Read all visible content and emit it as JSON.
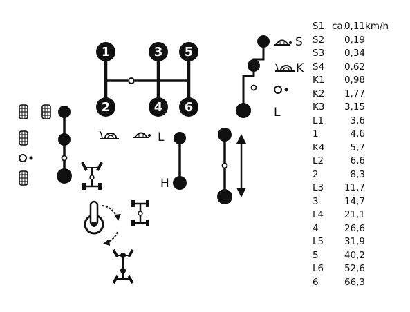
{
  "gear_pattern": {
    "top_gears": [
      "1",
      "3",
      "5"
    ],
    "bottom_gears": [
      "2",
      "4",
      "6"
    ]
  },
  "range_lever": {
    "labels": {
      "high": "S",
      "mid": "K",
      "low": "L"
    }
  },
  "hl_selector": {
    "low_label": "L",
    "high_label": "H"
  },
  "speed_table": {
    "prefix": "ca.",
    "unit": "km/h",
    "rows": [
      {
        "gear": "S1",
        "speed": "0,11"
      },
      {
        "gear": "S2",
        "speed": "0,19"
      },
      {
        "gear": "S3",
        "speed": "0,34"
      },
      {
        "gear": "S4",
        "speed": "0,62"
      },
      {
        "gear": "K1",
        "speed": "0,98"
      },
      {
        "gear": "K2",
        "speed": "1,77"
      },
      {
        "gear": "K3",
        "speed": "3,15"
      },
      {
        "gear": "L1",
        "speed": "3,6"
      },
      {
        "gear": "1",
        "speed": "4,6"
      },
      {
        "gear": "K4",
        "speed": "5,7"
      },
      {
        "gear": "L2",
        "speed": "6,6"
      },
      {
        "gear": "2",
        "speed": "8,3"
      },
      {
        "gear": "L3",
        "speed": "11,7"
      },
      {
        "gear": "3",
        "speed": "14,7"
      },
      {
        "gear": "L4",
        "speed": "21,1"
      },
      {
        "gear": "4",
        "speed": "26,6"
      },
      {
        "gear": "L5",
        "speed": "31,9"
      },
      {
        "gear": "5",
        "speed": "40,2"
      },
      {
        "gear": "L6",
        "speed": "52,6"
      },
      {
        "gear": "6",
        "speed": "66,3"
      }
    ]
  },
  "colors": {
    "ink": "#111111",
    "background": "#ffffff"
  },
  "icons": [
    "turtle-icon",
    "snail-icon",
    "rabbit-icon",
    "tire-icon",
    "neutral-icon",
    "wheel-knob-icon",
    "chassis-icon",
    "rotate-arrow-icon"
  ]
}
